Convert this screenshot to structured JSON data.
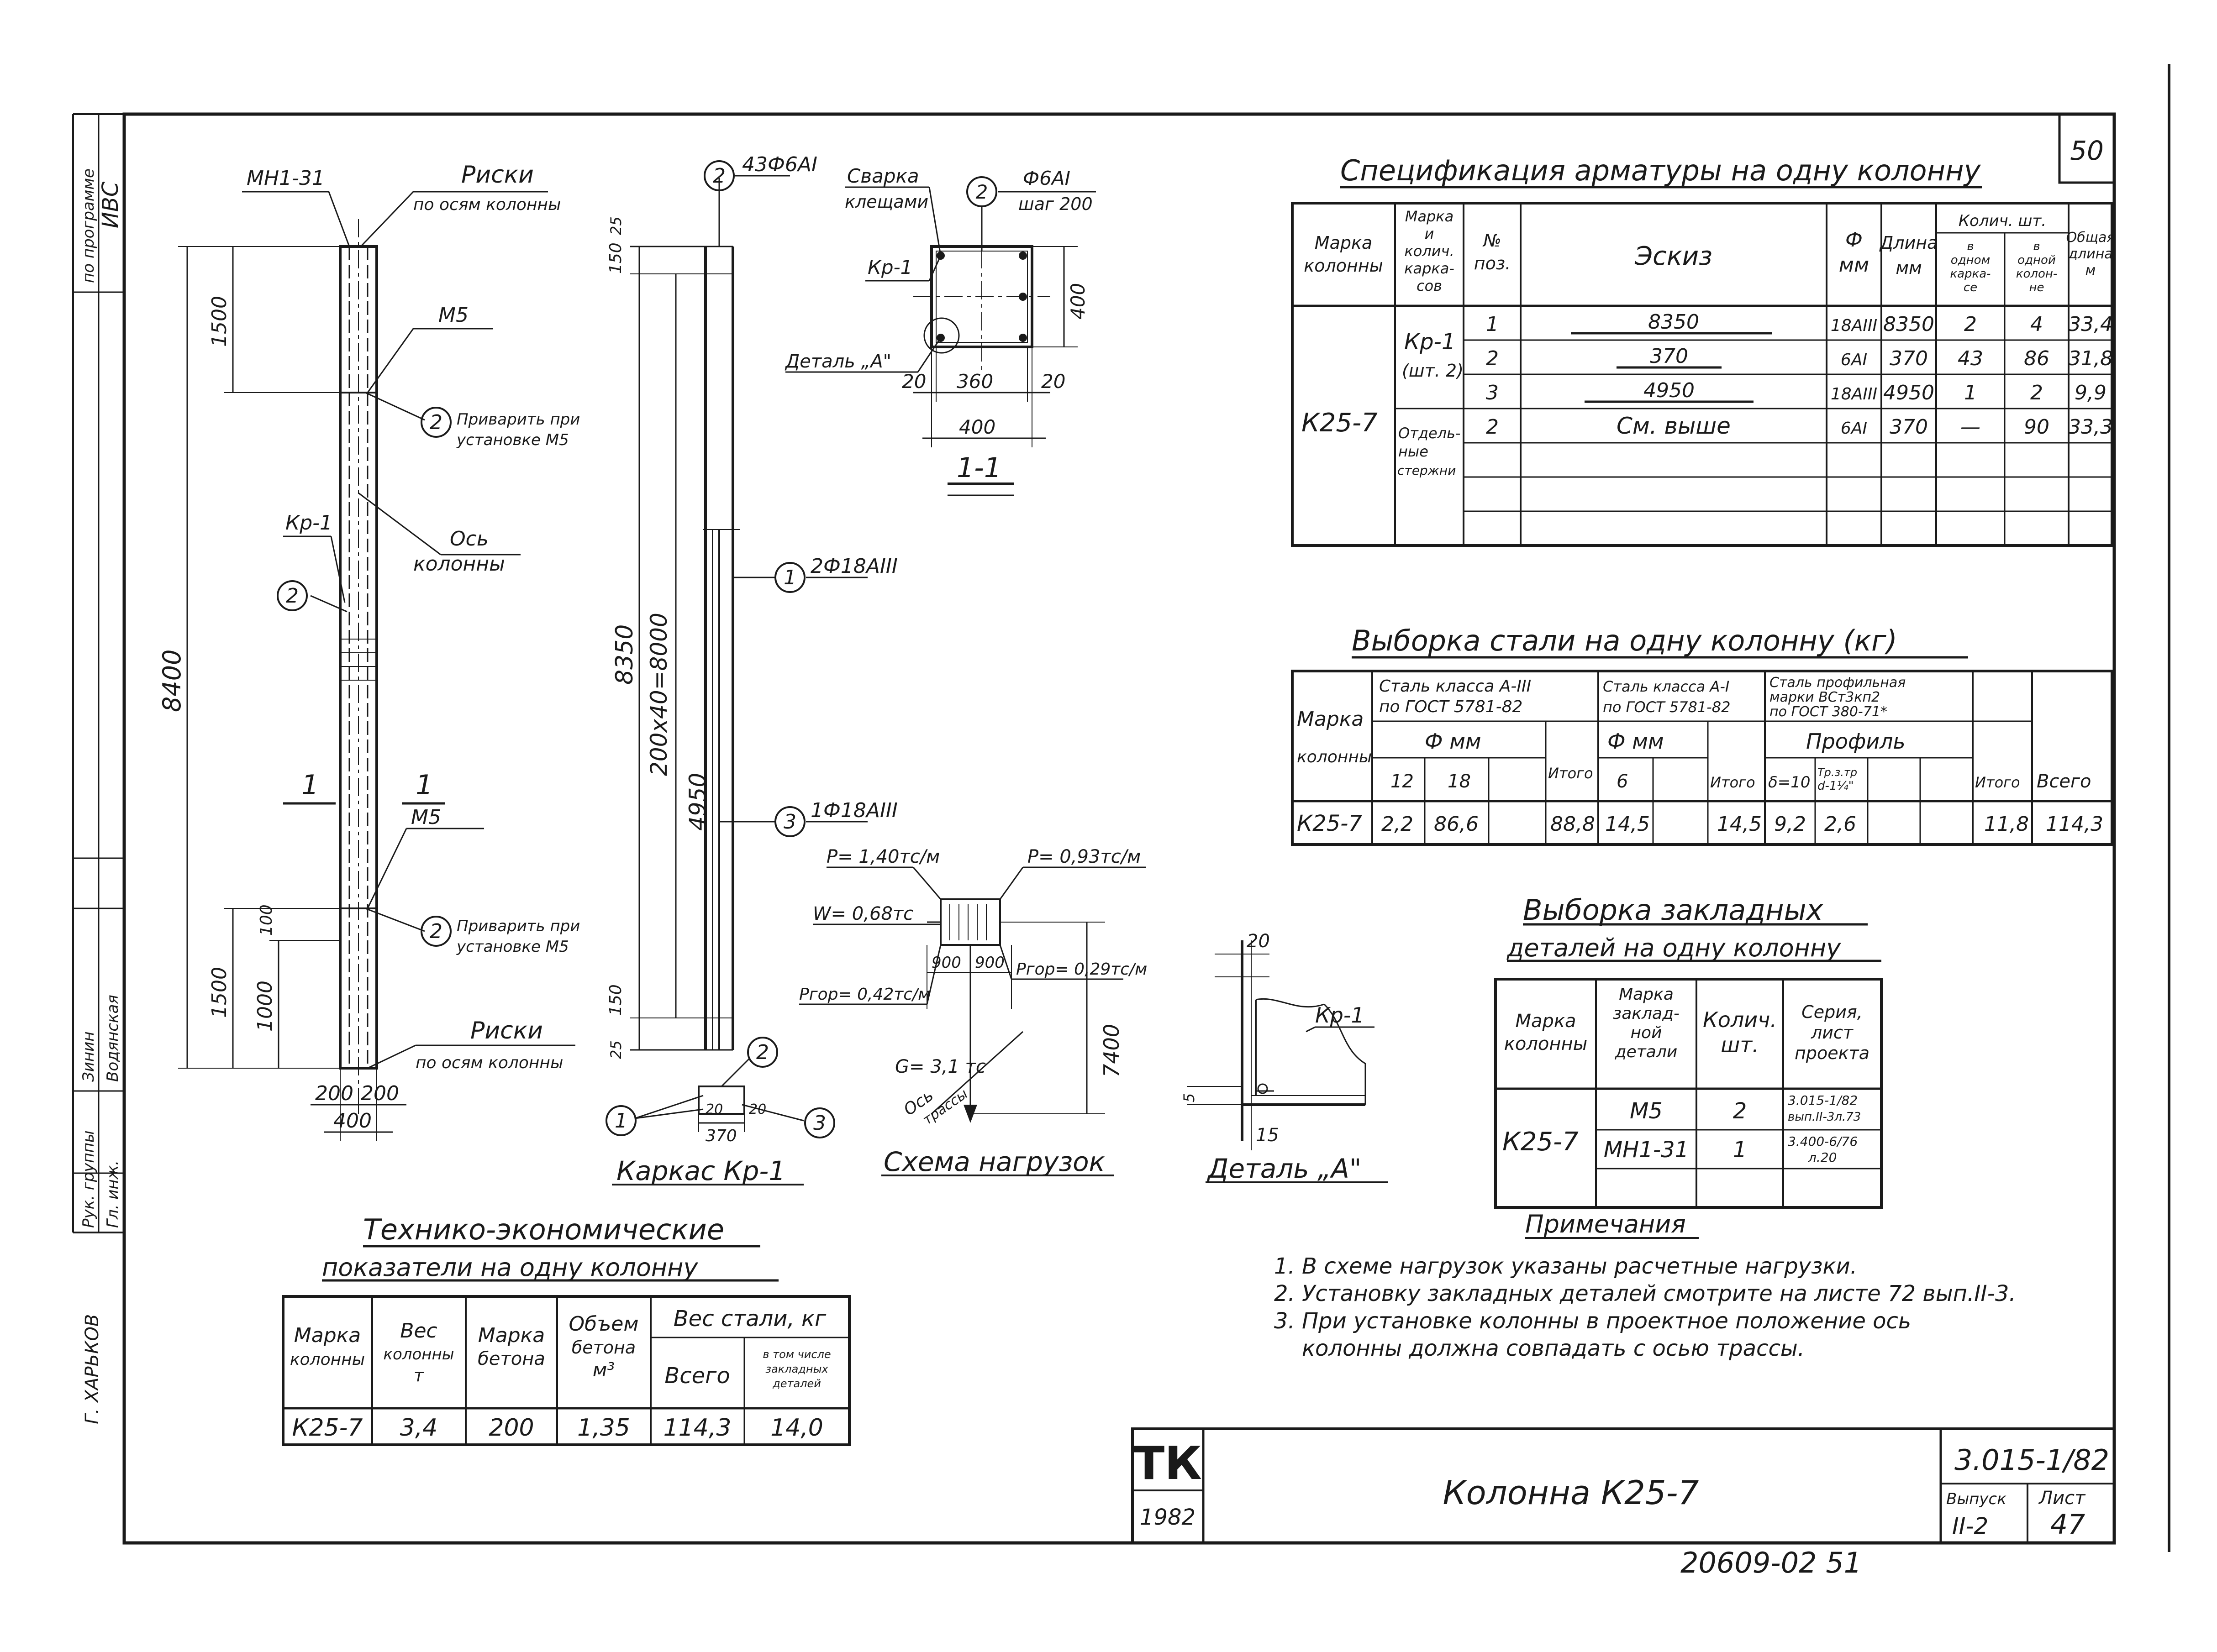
{
  "sheet": {
    "page_number": "50",
    "stamp_tk": "ТК",
    "year": "1982",
    "title": "Колонна К25-7",
    "series": "3.015-1/82",
    "issue_label": "Выпуск",
    "issue": "II-2",
    "sheet_label": "Лист",
    "sheet_no": "47",
    "archive_no": "20609-02 51",
    "side_stamp": {
      "program": "по программе",
      "program_val": "ИВС",
      "composed": "Зинин",
      "checked": "Водянская",
      "head": "Рук. группы",
      "chief": "Гл. инж.",
      "city": "Г. ХАРЬКОВ"
    }
  },
  "column": {
    "mi_label": "МН1-31",
    "marks_top": "Риски",
    "marks_top_sub": "по осям колонны",
    "m5_top": "М5",
    "weld_top_1": "Приварить при",
    "weld_top_2": "установке М5",
    "kr_label": "Кр-1",
    "axis_1": "Ось",
    "axis_2": "колонны",
    "pos2": "2",
    "section_1a": "1",
    "section_1b": "1",
    "m5_bottom": "М5",
    "weld_bot_1": "Приварить при",
    "weld_bot_2": "установке М5",
    "marks_bot": "Риски",
    "marks_bot_sub": "по осям колонны",
    "dim_1500_top": "1500",
    "dim_8400": "8400",
    "dim_1500_bot": "1500",
    "dim_1000": "1000",
    "dim_100": "100",
    "dim_200a": "200",
    "dim_200b": "200",
    "dim_400": "400"
  },
  "cage": {
    "call_top_pos": "2",
    "call_top": "43Ф6АI",
    "dim_150_top": "150",
    "dim_25_top": "25",
    "dim_8350": "8350",
    "dim_200x40": "200х40=8000",
    "dim_4950": "4950",
    "dim_150_bot": "150",
    "dim_25_bot": "25",
    "call1_pos": "1",
    "call1": "2Ф18АIII",
    "call3_pos": "3",
    "call3": "1Ф18АIII",
    "sec_pos1": "1",
    "sec_pos2": "2",
    "sec_pos3": "3",
    "sec_dim_20a": "20",
    "sec_dim_20b": "20",
    "sec_dim_370": "370",
    "caption": "Каркас Кр-1"
  },
  "section": {
    "weld_1": "Сварка",
    "weld_2": "клещами",
    "pos": "2",
    "bar": "Ф6АI",
    "pitch": "шаг 200",
    "kr": "Кр-1",
    "detail": "Деталь „А\"",
    "dim_400_v": "400",
    "dim_20a": "20",
    "dim_360": "360",
    "dim_20b": "20",
    "dim_400_h": "400",
    "caption": "1-1"
  },
  "loads": {
    "p_left": "P= 1,40тс/м",
    "p_right": "P= 0,93тс/м",
    "w": "W= 0,68тс",
    "ptop_left": "Pгор= 0,42тс/м",
    "ptop_right": "Pгор= 0,29тс/м",
    "d900a": "900",
    "d900b": "900",
    "g": "G= 3,1 тс",
    "axis_1": "Ось",
    "axis_2": "трассы",
    "dim_7400": "7400",
    "caption": "Схема нагрузок"
  },
  "detail_a": {
    "dim_20": "20",
    "kr": "Кр-1",
    "dim_5": "5",
    "dim_15": "15",
    "caption": "Деталь „А\""
  },
  "spec": {
    "title": "Спецификация арматуры на одну колонну",
    "h_mark": "Марка колонны",
    "h_cage": "Марка и колич. карка- сов",
    "h_pos": "№ поз.",
    "h_sketch": "Эскиз",
    "h_d": "Ф мм",
    "h_len": "Длина мм",
    "h_qty": "Колич. шт.",
    "h_q1": "в одном карка- се",
    "h_q2": "в одной колон- не",
    "h_total": "Общая длина м",
    "col_mark": "К25-7",
    "cage_1": "Кр-1",
    "cage_2": "(шт. 2)",
    "sep_1": "Отдель-",
    "sep_2": "ные",
    "sep_3": "стержни",
    "rows": [
      {
        "pos": "1",
        "sketch": "8350",
        "d": "18АIII",
        "len": "8350",
        "q1": "2",
        "q2": "4",
        "total": "33,4"
      },
      {
        "pos": "2",
        "sketch": "370",
        "d": "6АI",
        "len": "370",
        "q1": "43",
        "q2": "86",
        "total": "31,8"
      },
      {
        "pos": "3",
        "sketch": "4950",
        "d": "18АIII",
        "len": "4950",
        "q1": "1",
        "q2": "2",
        "total": "9,9"
      },
      {
        "pos": "2",
        "sketch": "См. выше",
        "d": "6АI",
        "len": "370",
        "q1": "—",
        "q2": "90",
        "total": "33,3"
      }
    ]
  },
  "steel": {
    "title": "Выборка стали на одну колонну (кг)",
    "h_mark": "Марка колонны",
    "h_a3_1": "Сталь класса А-III",
    "h_a3_2": "по ГОСТ 5781-82",
    "h_a1_1": "Сталь класса А-I",
    "h_a1_2": "по ГОСТ 5781-82",
    "h_pr_1": "Сталь профильная",
    "h_pr_2": "марки ВСт3кп2",
    "h_pr_3": "по ГОСТ 380-71*",
    "h_dmm_a": "Ф мм",
    "h_dmm_b": "Ф мм",
    "h_profile": "Профиль",
    "h_12": "12",
    "h_18": "18",
    "h_6": "6",
    "h_d10": "δ=10",
    "h_tube_1": "Тр.з.тр",
    "h_tube_2": "d-1¼\"",
    "h_itogo_1": "Итого",
    "h_itogo_2": "Итого",
    "h_itogo_3": "Итого",
    "h_vsego": "Всего",
    "mark": "К25-7",
    "v12": "2,2",
    "v18": "86,6",
    "it1": "88,8",
    "v6": "14,5",
    "it2": "14,5",
    "vd10": "9,2",
    "vtube": "2,6",
    "it3": "11,8",
    "vsego": "114,3"
  },
  "embedded": {
    "title_1": "Выборка закладных",
    "title_2": "деталей на одну колонну",
    "h_mark": "Марка колонны",
    "h_part": "Марка заклад- ной детали",
    "h_qty": "Колич. шт.",
    "h_series": "Серия, лист проекта",
    "col_mark": "К25-7",
    "rows": [
      {
        "part": "М5",
        "qty": "2",
        "series_1": "3.015-1/82",
        "series_2": "вып.II-3л.73"
      },
      {
        "part": "МН1-31",
        "qty": "1",
        "series_1": "3.400-6/76",
        "series_2": "л.20"
      }
    ]
  },
  "notes": {
    "title": "Примечания",
    "items": [
      "1. В схеме нагрузок указаны расчетные нагрузки.",
      "2. Установку закладных деталей смотрите на листе 72 вып.II-3.",
      "3. При установке колонны в проектное положение ось",
      "    колонны должна совпадать с осью трассы."
    ]
  },
  "tech": {
    "title_1": "Технико-экономические",
    "title_2": "показатели на одну колонну",
    "h_mark": "Марка колонны",
    "h_weight": "Вес колонны т",
    "h_concrete": "Марка бетона",
    "h_volume": "Объем бетона м³",
    "h_steel": "Вес стали, кг",
    "h_total": "Всего",
    "h_embedded": "в том числе закладных деталей",
    "mark": "К25-7",
    "weight": "3,4",
    "concrete": "200",
    "volume": "1,35",
    "total": "114,3",
    "embedded": "14,0"
  }
}
